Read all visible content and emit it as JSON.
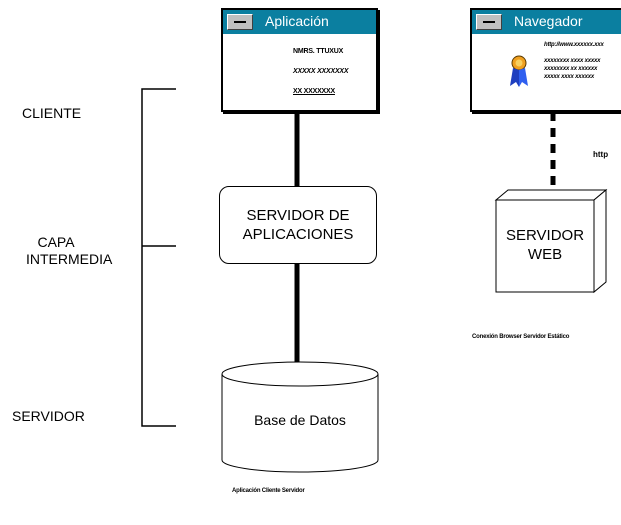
{
  "tiers": {
    "cliente": "CLIENTE",
    "capa_intermedia_line1": "CAPA",
    "capa_intermedia_line2": "INTERMEDIA",
    "servidor": "SERVIDOR"
  },
  "app_window": {
    "title": "Aplicación",
    "lines": [
      "NMRS. TTUXUX",
      "XXXXX XXXXXXX",
      "XX XXXXXXX"
    ]
  },
  "browser_window": {
    "title": "Navegador",
    "url": "http://www.xxxxxx.xxx",
    "lines": [
      "xxxxxxxx xxxx xxxxx",
      "xxxxxxxx xx xxxxxx",
      "xxxxx xxxx xxxxxx"
    ]
  },
  "app_server": {
    "line1": "SERVIDOR DE",
    "line2": "APLICACIONES"
  },
  "database": {
    "label": "Base de Datos"
  },
  "web_server": {
    "line1": "SERVIDOR",
    "line2": "WEB"
  },
  "http_label": "http",
  "caption_right": "Conexión Browser  Servidor Estático",
  "caption_bottom": "Aplicación Cliente Servidor",
  "colors": {
    "title_bar": "#0b7fa0",
    "line": "#000000"
  },
  "icons": [
    "minimize-icon",
    "award-ribbon-icon"
  ]
}
